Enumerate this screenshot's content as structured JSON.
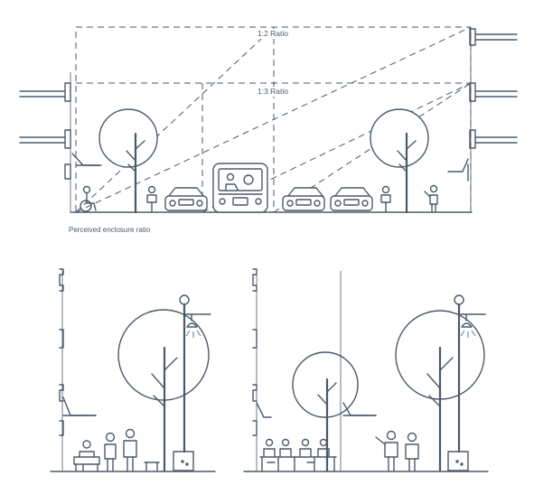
{
  "labels": {
    "ratio_top": "1:2 Ratio",
    "ratio_mid": "1:3 Ratio",
    "caption": "Perceived enclosure ratio"
  },
  "colors": {
    "stroke": "#4a5a6a",
    "background": "#ffffff"
  }
}
